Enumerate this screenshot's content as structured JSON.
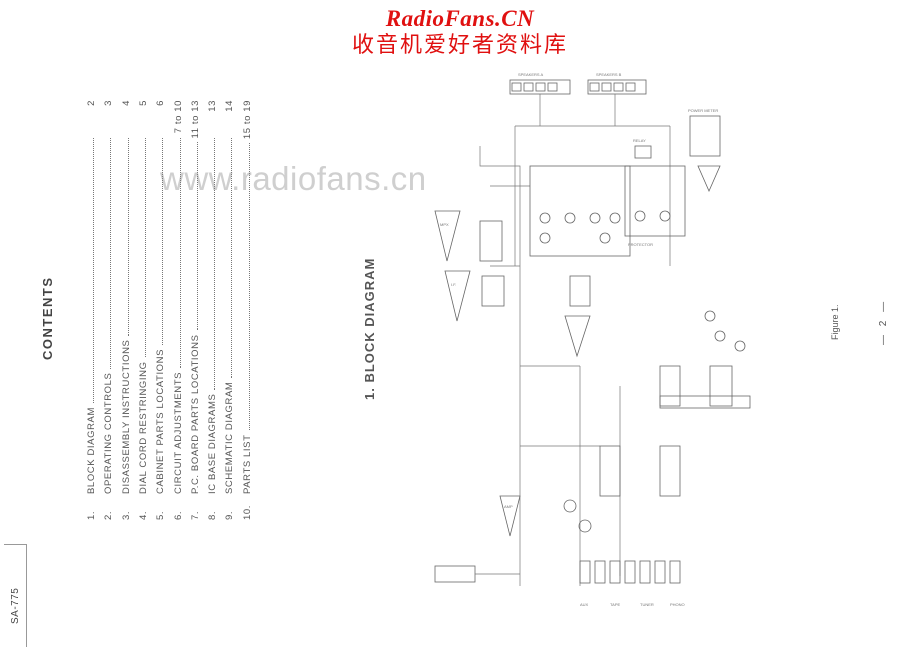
{
  "header": {
    "brand_en": "RadioFans.CN",
    "brand_cn": "收音机爱好者资料库",
    "watermark": "www.radiofans.cn"
  },
  "contents": {
    "title": "CONTENTS",
    "items": [
      {
        "num": "1.",
        "label": "BLOCK DIAGRAM",
        "page": "2"
      },
      {
        "num": "2.",
        "label": "OPERATING CONTROLS",
        "page": "3"
      },
      {
        "num": "3.",
        "label": "DISASSEMBLY INSTRUCTIONS",
        "page": "4"
      },
      {
        "num": "4.",
        "label": "DIAL CORD RESTRINGING",
        "page": "5"
      },
      {
        "num": "5.",
        "label": "CABINET PARTS LOCATIONS",
        "page": "6"
      },
      {
        "num": "6.",
        "label": "CIRCUIT ADJUSTMENTS",
        "page": "7 to 10"
      },
      {
        "num": "7.",
        "label": "P.C. BOARD PARTS LOCATIONS",
        "page": "11 to 13"
      },
      {
        "num": "8.",
        "label": "IC BASE DIAGRAMS",
        "page": "13"
      },
      {
        "num": "9.",
        "label": "SCHEMATIC DIAGRAM",
        "page": "14"
      },
      {
        "num": "10.",
        "label": "PARTS LIST",
        "page": "15 to 19"
      }
    ]
  },
  "model": "SA-775",
  "section_title": "1. BLOCK DIAGRAM",
  "figure_label": "Figure 1.",
  "page_number": "— 2 —",
  "diagram_labels": {
    "mpx": "MPX",
    "if": "I.F.",
    "amp": "AMP",
    "protector": "PROTECTOR",
    "power_meter": "POWER METER",
    "relay": "RELAY",
    "speakers_a": "SPEAKERS A",
    "speakers_b": "SPEAKERS B",
    "tape": "TAPE",
    "tuner": "TUNER",
    "phono": "PHONO",
    "aux": "AUX"
  }
}
